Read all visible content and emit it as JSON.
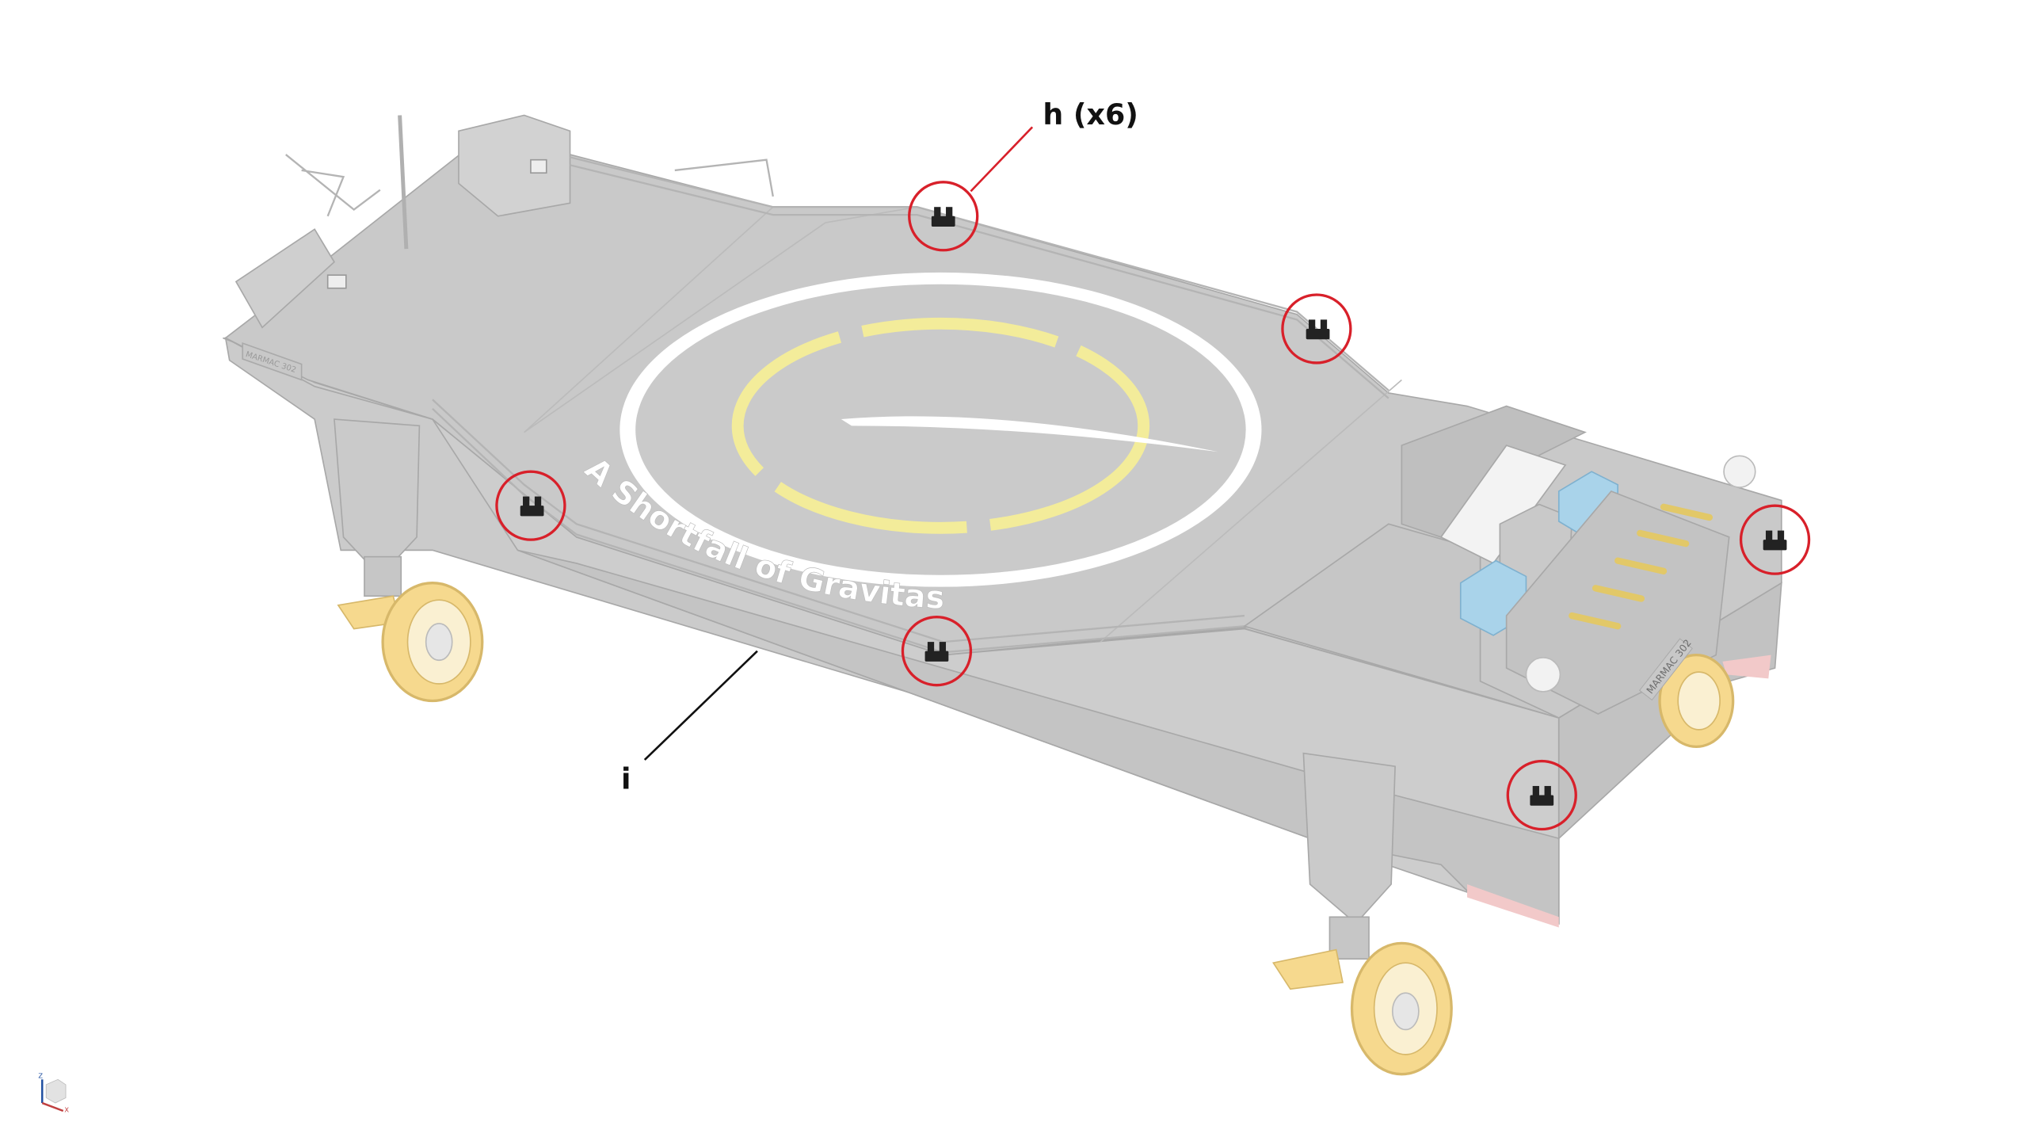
{
  "annotations": {
    "h_label": "h (x6)",
    "i_label": "i",
    "highlight_color": "#d8202a",
    "leader_color_i": "#111111"
  },
  "vessel": {
    "deck_name": "A Shortfall of Gravitas",
    "hull_marking_port": "MARMAC 302",
    "hull_marking_stern": "MARMAC 302"
  },
  "colors": {
    "hull": "#cfcfcf",
    "deck": "#c9c9c9",
    "helipad_ring": "#ffffff",
    "landing_marks": "#f3ec9a",
    "thruster": "#f6d98e",
    "equipment_blue": "#a9d3ea",
    "bollard": "#222222"
  },
  "view_triad": {
    "axes": [
      "Z",
      "X"
    ]
  }
}
